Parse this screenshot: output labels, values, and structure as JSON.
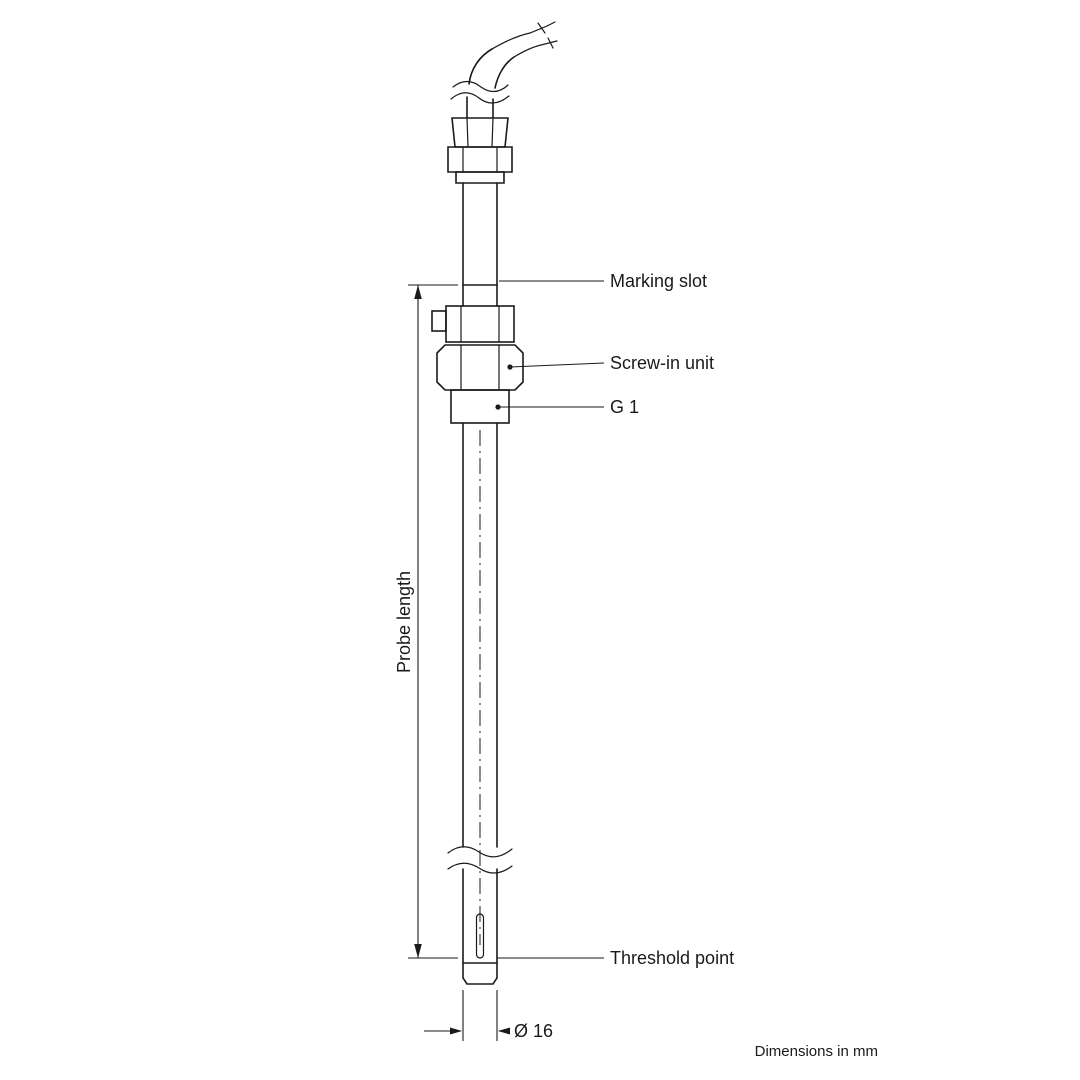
{
  "diagram": {
    "type": "technical-drawing",
    "labels": {
      "marking_slot": "Marking slot",
      "screw_in_unit": "Screw-in unit",
      "thread": "G 1",
      "probe_length": "Probe length",
      "threshold_point": "Threshold point",
      "diameter": "Ø 16",
      "units_note": "Dimensions in mm"
    },
    "colors": {
      "line": "#1a1a1a",
      "background": "#ffffff"
    }
  }
}
